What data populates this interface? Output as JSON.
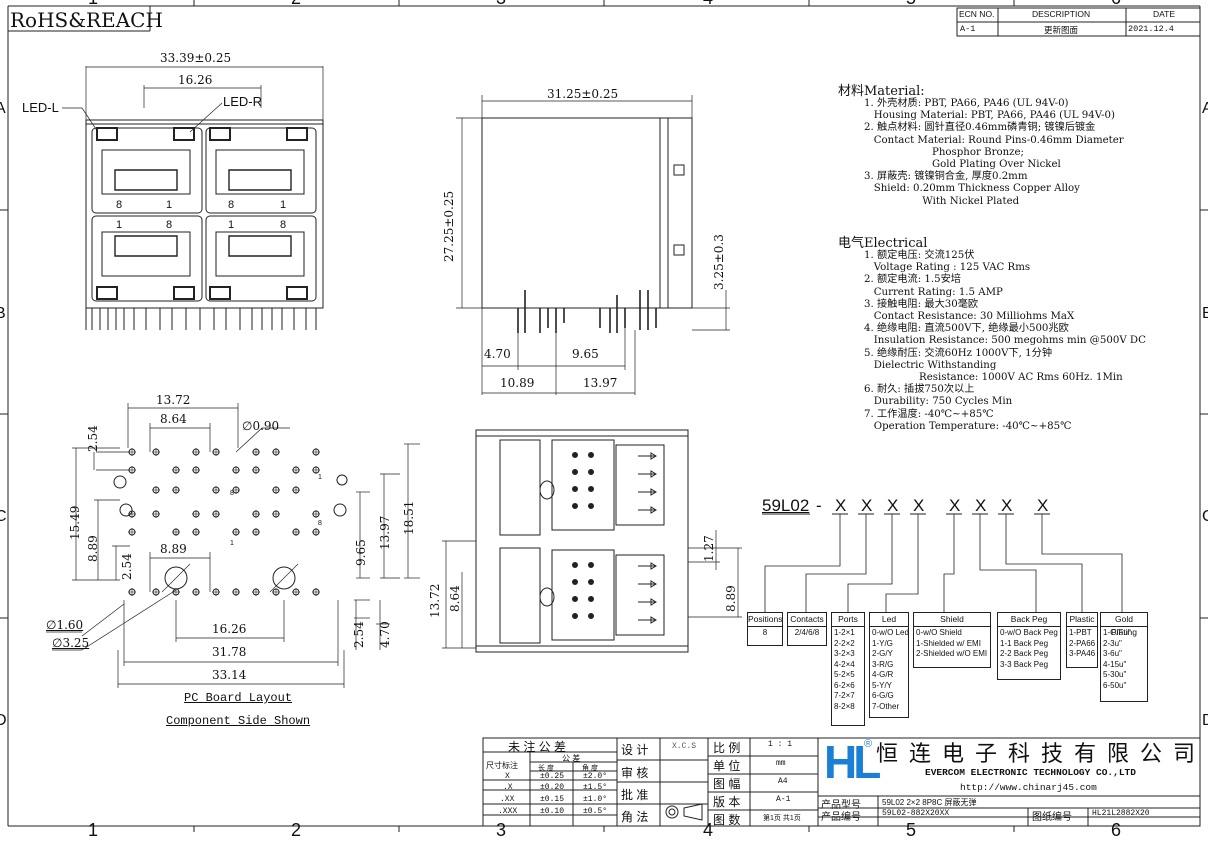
{
  "header": {
    "title": "RoHS&REACH",
    "zones_top": [
      "1",
      "2",
      "3",
      "4",
      "5",
      "6"
    ],
    "zones_bottom": [
      "1",
      "2",
      "3",
      "4",
      "5",
      "6"
    ],
    "zones_side": [
      "A",
      "B",
      "C",
      "D"
    ]
  },
  "revision_table": {
    "headers": [
      "ECN NO.",
      "DESCRIPTION",
      "DATE"
    ],
    "row": [
      "A-1",
      "更新图面",
      "2021.12.4"
    ]
  },
  "front_view": {
    "dim_overall": "33.39±0.25",
    "dim_pitch": "16.26",
    "led_left": "LED-L",
    "led_right": "LED-R",
    "pin_labels_top": [
      "8",
      "1",
      "8",
      "1"
    ],
    "pin_labels_bottom": [
      "1",
      "8",
      "1",
      "8"
    ]
  },
  "side_view": {
    "dim_depth": "31.25±0.25",
    "dim_height": "27.25±0.25",
    "dim_pin": "3.25±0.3",
    "dim_a": "4.70",
    "dim_b": "9.65",
    "dim_c": "10.89",
    "dim_d": "13.97"
  },
  "pcb_layout": {
    "dims": [
      "13.72",
      "8.64",
      "2.54",
      "15.49",
      "8.89",
      "8.89",
      "2.54",
      "9.65",
      "13.97",
      "18.51",
      "16.26",
      "31.78",
      "33.14",
      "2.54",
      "4.70"
    ],
    "hole_small": "∅0.90",
    "hole_mid": "∅1.60",
    "hole_large": "∅3.25",
    "caption_1": "PC Board Layout",
    "caption_2": "Component Side Shown",
    "pin_marks": [
      "1",
      "8",
      "1",
      "8"
    ]
  },
  "section_view": {
    "dim_a": "13.72",
    "dim_b": "8.64",
    "dim_c": "1.27",
    "dim_d": "8.89"
  },
  "material": {
    "heading": "材料Material:",
    "lines": [
      "1. 外壳材质: PBT, PA66, PA46 (UL 94V-0)",
      "   Housing Material: PBT, PA66, PA46 (UL 94V-0)",
      "2. 触点材料: 圆针直径0.46mm磷青铜; 镀镍后镀金",
      "   Contact Material: Round Pins-0.46mm Diameter",
      "                     Phosphor Bronze;",
      "                     Gold Plating Over Nickel",
      "3. 屏蔽壳: 镀镍铜合金, 厚度0.2mm",
      "   Shield: 0.20mm Thickness Copper Alloy",
      "                  With Nickel Plated"
    ]
  },
  "electrical": {
    "heading": "电气Electrical",
    "lines": [
      "1. 额定电压: 交流125伏",
      "   Voltage Rating : 125 VAC Rms",
      "2. 额定电流: 1.5安培",
      "   Current Rating: 1.5 AMP",
      "3. 接触电阻: 最大30毫欧",
      "   Contact Resistance: 30 Milliohms MaX",
      "4. 绝缘电阻: 直流500V下, 绝缘最小500兆欧",
      "   Insulation Resistance: 500 megohms min @500V DC",
      "5. 绝缘耐压: 交流60Hz 1000V下, 1分钟",
      "   Dielectric Withstanding",
      "                 Resistance: 1000V AC Rms 60Hz. 1Min",
      "6. 耐久: 插拔750次以上",
      "   Durability: 750 Cycles Min",
      "7. 工作温度: -40℃~+85℃",
      "   Operation Temperature: -40℃~+85℃"
    ]
  },
  "part_number": {
    "prefix": "59L02",
    "dash": "-",
    "slots": [
      "X",
      "X",
      "X",
      "X",
      "X",
      "X",
      "X",
      "X"
    ],
    "boxes": [
      {
        "title": "Positions",
        "items": "8"
      },
      {
        "title": "Contacts",
        "items": "2/4/6/8"
      },
      {
        "title": "Ports",
        "items": "1-2×1\n2-2×2\n3-2×3\n4-2×4\n5-2×5\n6-2×6\n7-2×7\n8-2×8"
      },
      {
        "title": "Led",
        "items": "0-w/O Led\n1-Y/G\n2-G/Y\n3-R/G\n4-G/R\n5-Y/Y\n6-G/G\n7-Other"
      },
      {
        "title": "Shield",
        "items": "0-w/O Shield\n1-Shielded w/ EMI\n2-Shielded w/O EMI"
      },
      {
        "title": "Back Peg",
        "items": "0-w/O Back Peg\n1-1 Back Peg\n2-2 Back Peg\n3-3 Back Peg"
      },
      {
        "title": "Plastic",
        "items": "1-PBT\n2-PA66\n3-PA46"
      },
      {
        "title": "Gold Plating",
        "items": "1-G/Fu\"\n2-3u\"\n3-6u\"\n4-15u\"\n5-30u\"\n6-50u\""
      }
    ]
  },
  "title_block": {
    "tolerance_header": "未 注 公 差",
    "size_label": "尺寸标注",
    "col_tol": "公 差",
    "col_linear": "长 度",
    "col_angle": "角 度",
    "rows": [
      [
        "X",
        "±0.25",
        "±2.0°"
      ],
      [
        ".X",
        "±0.20",
        "±1.5°"
      ],
      [
        ".XX",
        "±0.15",
        "±1.0°"
      ],
      [
        ".XXX",
        "±0.10",
        "±0.5°"
      ]
    ],
    "design": "设 计",
    "designer": "X.C.S",
    "review": "审 核",
    "approve": "批 准",
    "angle_method": "角 法",
    "scale_label": "比 例",
    "scale": "1 : 1",
    "unit_label": "单 位",
    "unit": "mm",
    "size_label2": "图 幅",
    "size": "A4",
    "version_label": "版 本",
    "version": "A-1",
    "sheets_label": "图 数",
    "sheets": "第1页 共1页",
    "company_cn": "恒 连 电 子 科 技 有 限 公 司",
    "company_en": "EVERCOM ELECTRONIC TECHNOLOGY CO.,LTD",
    "url": "http://www.chinarj45.com",
    "model_label": "产品型号",
    "model": "59L02 2×2 8P8C 屏蔽无弹",
    "code_label": "产品编号",
    "code": "59L02-882X20XX",
    "drawing_label": "图纸编号",
    "drawing": "HL21L2882X20",
    "logo": "HL"
  }
}
